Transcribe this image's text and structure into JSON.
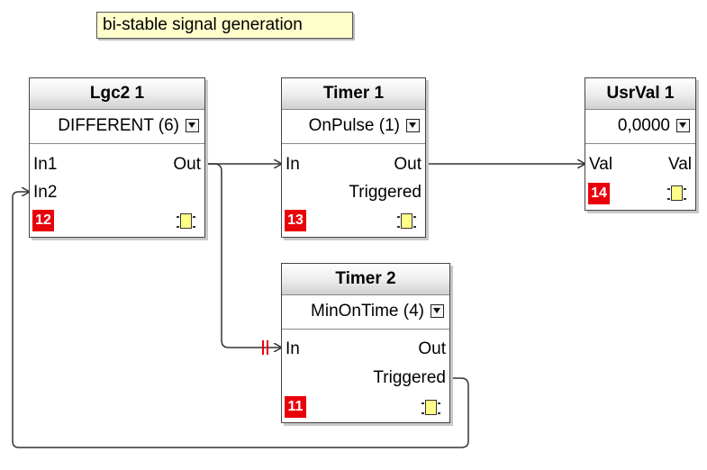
{
  "comment": "bi-stable signal generation",
  "blocks": {
    "lgc2_1": {
      "title": "Lgc2 1",
      "selector": "DIFFERENT (6)",
      "in1": "In1",
      "in2": "In2",
      "out": "Out",
      "index": "12"
    },
    "timer_1": {
      "title": "Timer 1",
      "selector": "OnPulse (1)",
      "in": "In",
      "out": "Out",
      "triggered": "Triggered",
      "index": "13"
    },
    "usrval_1": {
      "title": "UsrVal 1",
      "selector": "0,0000",
      "val_in": "Val",
      "val_out": "Val",
      "index": "14"
    },
    "timer_2": {
      "title": "Timer 2",
      "selector": "MinOnTime (4)",
      "in": "In",
      "out": "Out",
      "triggered": "Triggered",
      "index": "11"
    }
  },
  "wires": [
    {
      "from": "Lgc2 1.Out",
      "to": "Timer 1.In"
    },
    {
      "from": "Lgc2 1.Out",
      "to": "Timer 2.In"
    },
    {
      "from": "Timer 1.Out",
      "to": "UsrVal 1.Val"
    },
    {
      "from": "Timer 2.Triggered",
      "to": "Lgc2 1.In2"
    }
  ],
  "colors": {
    "index_badge": "#e8000b",
    "wire": "#333333",
    "break_marker": "#e8000b",
    "comment_bg": "#ffffcc",
    "chip_fill": "#ffff88"
  },
  "icons": {
    "dropdown": "dropdown-arrow-icon",
    "block_chip": "chip-icon"
  }
}
